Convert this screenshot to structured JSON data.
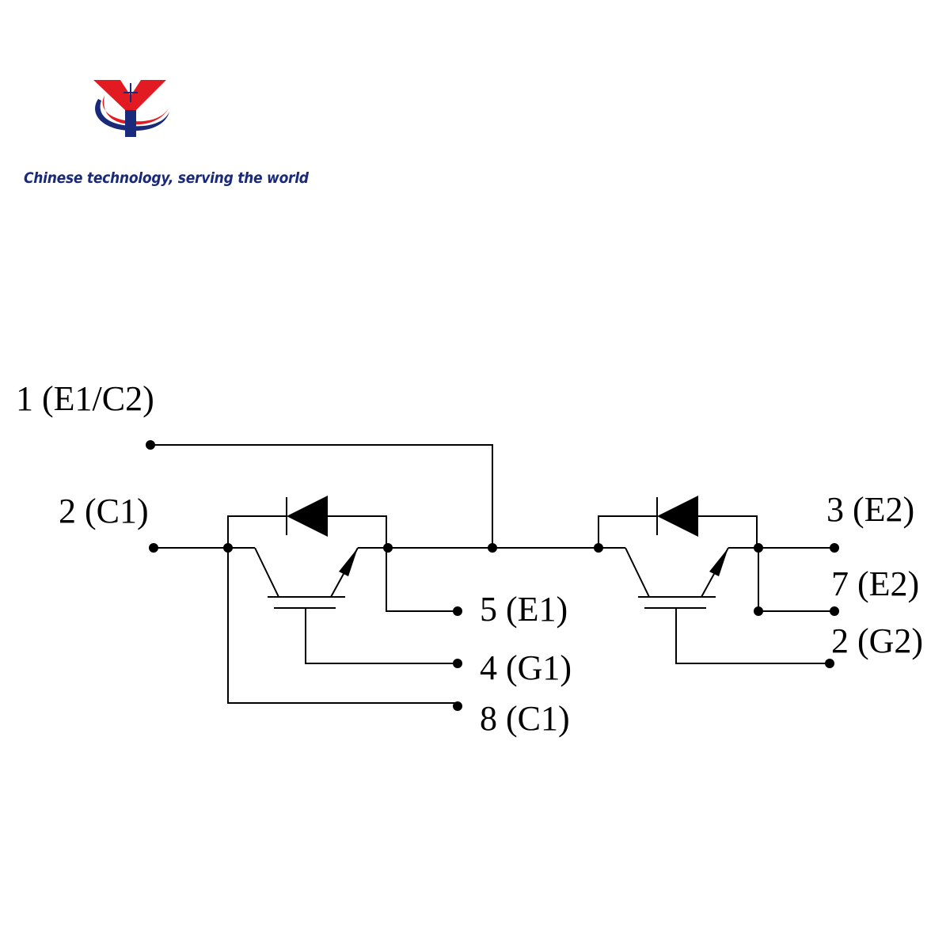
{
  "brand": {
    "logo_icon": "yy-logo-icon",
    "tagline": "Chinese technology, serving the world",
    "colors": {
      "red": "#e21a22",
      "blue": "#1a2a7a"
    }
  },
  "terminals": {
    "t1": "1 (E1/C2)",
    "t2": "2 (C1)",
    "t3": "3 (E2)",
    "t7": "7 (E2)",
    "t2g": "2 (G2)",
    "t5": "5 (E1)",
    "t4": "4 (G1)",
    "t8": "8 (C1)"
  }
}
